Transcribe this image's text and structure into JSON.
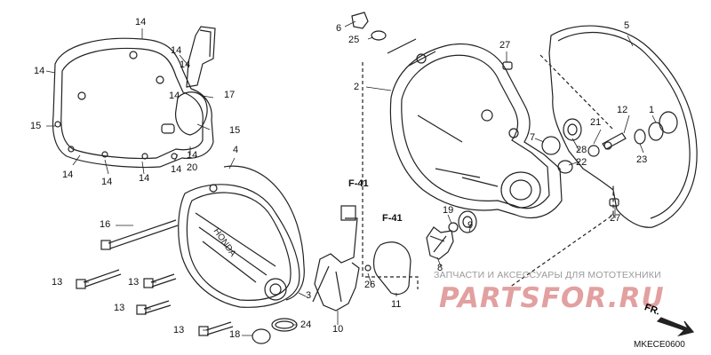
{
  "callouts": [
    {
      "label": "14"
    },
    {
      "label": "14"
    },
    {
      "label": "14"
    },
    {
      "label": "14"
    },
    {
      "label": "14"
    },
    {
      "label": "14"
    },
    {
      "label": "14"
    },
    {
      "label": "14"
    },
    {
      "label": "14"
    },
    {
      "label": "14"
    },
    {
      "label": "15"
    },
    {
      "label": "15"
    },
    {
      "label": "17"
    },
    {
      "label": "20"
    },
    {
      "label": "4"
    },
    {
      "label": "16"
    },
    {
      "label": "13"
    },
    {
      "label": "13"
    },
    {
      "label": "13"
    },
    {
      "label": "13"
    },
    {
      "label": "18"
    },
    {
      "label": "24"
    },
    {
      "label": "3"
    },
    {
      "label": "10"
    },
    {
      "label": "26"
    },
    {
      "label": "11"
    },
    {
      "label": "6"
    },
    {
      "label": "25"
    },
    {
      "label": "2"
    },
    {
      "label": "27"
    },
    {
      "label": "5"
    },
    {
      "label": "12"
    },
    {
      "label": "1"
    },
    {
      "label": "21"
    },
    {
      "label": "7"
    },
    {
      "label": "28"
    },
    {
      "label": "22"
    },
    {
      "label": "23"
    },
    {
      "label": "27"
    },
    {
      "label": "19"
    },
    {
      "label": "9"
    },
    {
      "label": "8"
    }
  ],
  "refs": {
    "f41_top": "F-41",
    "f41_mid": "F-41"
  },
  "watermark": {
    "text": "ЗАПЧАСТИ И АКСЕССУАРЫ ДЛЯ МОТОТЕХНИКИ",
    "logo": "PARTSFOR.RU"
  },
  "direction_label": "FR.",
  "diagram_code": "MKECE0600",
  "colors": {
    "line": "#222222",
    "watermark": "#e2a0a0"
  }
}
